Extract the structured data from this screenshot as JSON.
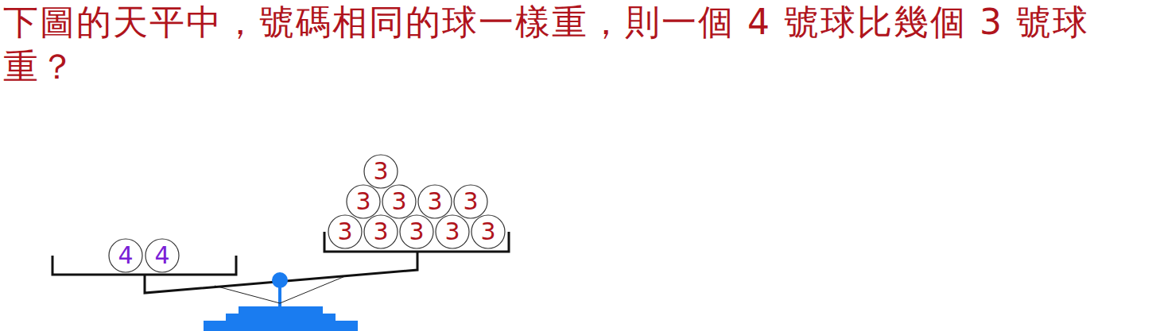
{
  "diagram": {
    "title": "下圖的天平中，號碼相同的球一樣重，則一個 4 號球比幾個 3 號球重？",
    "nodes": [
      {
        "text": [
          "3"
        ]
      },
      {
        "text": [
          "3"
        ]
      },
      {
        "text": [
          "3"
        ]
      },
      {
        "text": [
          "3"
        ]
      },
      {
        "text": [
          "3"
        ]
      },
      {
        "text": [
          "3"
        ]
      },
      {
        "text": [
          "3"
        ]
      },
      {
        "text": [
          "3"
        ]
      },
      {
        "text": [
          "3"
        ]
      },
      {
        "text": [
          "3"
        ]
      },
      {
        "text": [
          "4"
        ]
      },
      {
        "text": [
          "4"
        ]
      }
    ]
  }
}
